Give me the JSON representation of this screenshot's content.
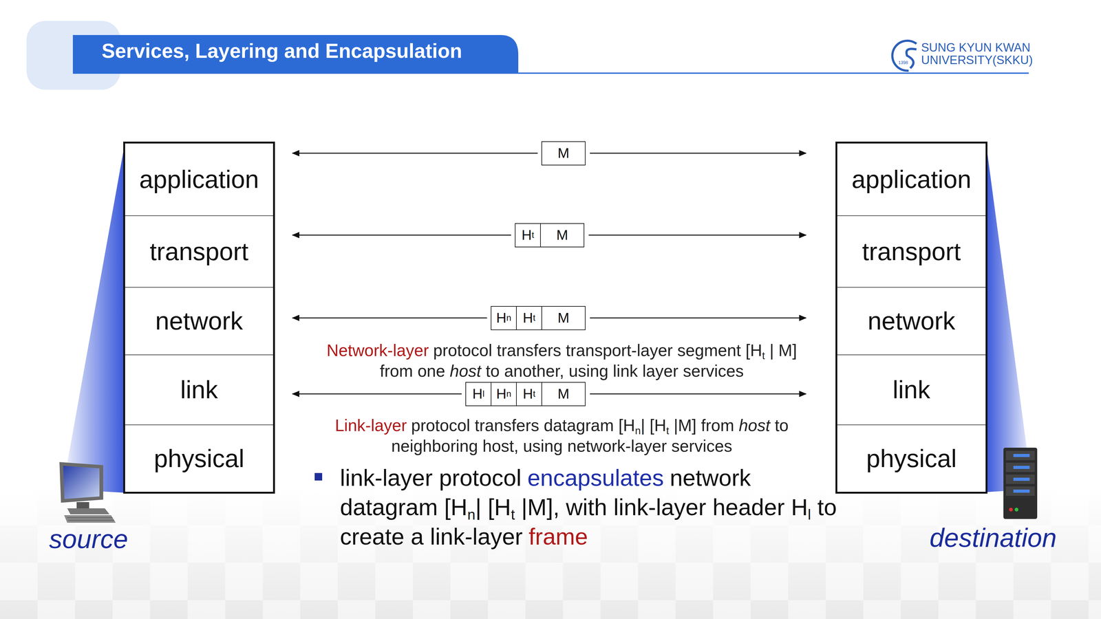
{
  "diagram": {
    "title": "Services, Layering and Encapsulation",
    "nodes": [
      {
        "text": [
          "application"
        ]
      },
      {
        "text": [
          "transport"
        ]
      },
      {
        "text": [
          "network"
        ]
      },
      {
        "text": [
          "link"
        ]
      },
      {
        "text": [
          "physical"
        ]
      },
      {
        "text": [
          "application"
        ]
      },
      {
        "text": [
          "transport"
        ]
      },
      {
        "text": [
          "network"
        ]
      },
      {
        "text": [
          "link"
        ]
      },
      {
        "text": [
          "physical"
        ]
      },
      {
        "text": [
          "M"
        ]
      },
      {
        "text": [
          "Ht",
          "M"
        ]
      },
      {
        "text": [
          "Hn",
          "Ht",
          "M"
        ]
      },
      {
        "text": [
          "Hl",
          "Hn",
          "Ht",
          "M"
        ]
      }
    ],
    "edges": [
      {
        "from": 0,
        "to": 5,
        "arrow": "both"
      },
      {
        "from": 1,
        "to": 6,
        "arrow": "both"
      },
      {
        "from": 2,
        "to": 7,
        "arrow": "both"
      },
      {
        "from": 3,
        "to": 8,
        "arrow": "both"
      }
    ],
    "labels": [
      "1398",
      "SUNG KYUN KWAN",
      "UNIVERSITY(SKKU)",
      "Network-layer",
      "protocol transfers transport-layer segment [Ht | M] from one host to another, using link layer services",
      "Link-layer",
      "protocol transfers datagram [Hn| [Ht |M] from host to neighboring host, using network-layer services",
      "link-layer protocol",
      "encapsulates",
      "network datagram [Hn| [Ht |M], with link-layer header Hl to create a link-layer",
      "frame",
      "source",
      "destination"
    ]
  }
}
